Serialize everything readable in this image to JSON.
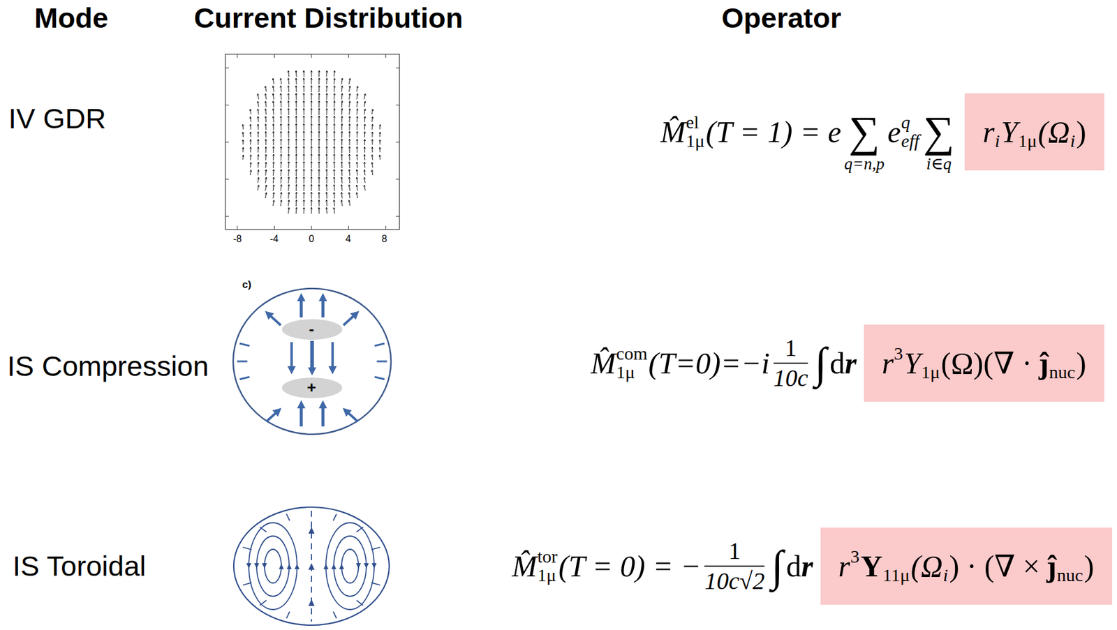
{
  "diagram": {
    "nodes": [
      {
        "text": [
          "r",
          "i",
          "Y",
          "1μ",
          "(Ω",
          "i",
          ")"
        ]
      },
      {
        "text": [
          "r",
          "3",
          "Y",
          "1μ",
          "(Ω)(∇ ·",
          "ĵ",
          "nuc",
          ")"
        ]
      },
      {
        "text": [
          "r",
          "3",
          "Y",
          "11μ",
          "(Ω",
          "i",
          ") · (∇ ×",
          "ĵ",
          "nuc",
          ")"
        ]
      }
    ],
    "labels": [
      "Mode",
      "Current Distribution",
      "Operator",
      "IV GDR",
      "-8",
      "-4",
      "0",
      "4",
      "8",
      "M̂",
      "el",
      "1μ",
      "(T = 1) = e",
      "∑",
      "q=n,p",
      "e",
      "q",
      "eff",
      "∑",
      "i∈q",
      "IS Compression",
      "c)",
      "-",
      "+",
      "M̂",
      "com",
      "1μ",
      "(T=0)=−i",
      "1",
      "10c",
      "∫",
      "d",
      "r",
      "IS Toroidal",
      "M̂",
      "tor",
      "1μ",
      "(T = 0) = −",
      "1",
      "10c√2",
      "∫",
      "d",
      "r"
    ]
  }
}
